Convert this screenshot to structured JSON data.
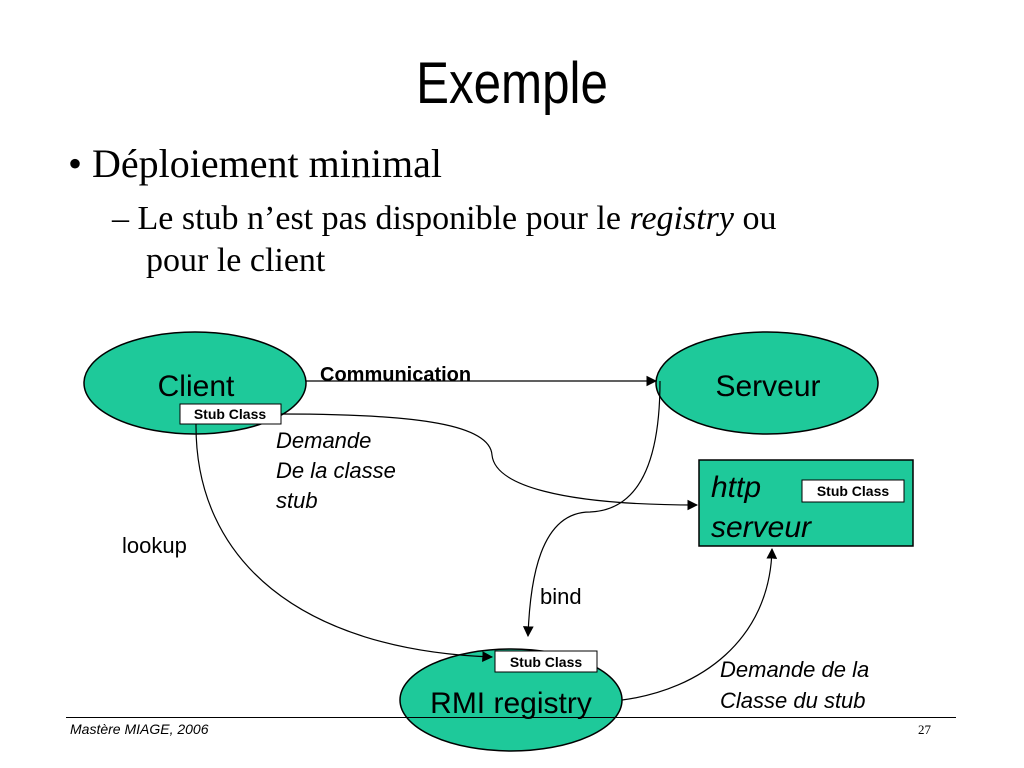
{
  "title": "Exemple",
  "bullets": {
    "level1_marker": "•",
    "level1": "Déploiement minimal",
    "level2_marker": "–",
    "level2_pre": "Le stub n’est pas disponible pour le ",
    "level2_italic": "registry",
    "level2_post": " ou",
    "level2_cont": "pour le client"
  },
  "diagram": {
    "client_label": "Client",
    "serveur_label": "Serveur",
    "registry_label": "RMI registry",
    "http_line1": "http",
    "http_line2": "serveur",
    "stub_label": "Stub Class",
    "communication_label": "Communication",
    "demande_line1": "Demande",
    "demande_line2": "De la classe",
    "demande_line3": "stub",
    "lookup_label": "lookup",
    "bind_label": "bind",
    "demande2_line1": "Demande de la",
    "demande2_line2": "Classe du stub",
    "node_fill": "#1ec99a",
    "node_stroke": "#000000"
  },
  "footer": {
    "left": "Mastère MIAGE, 2006",
    "page": "27"
  }
}
